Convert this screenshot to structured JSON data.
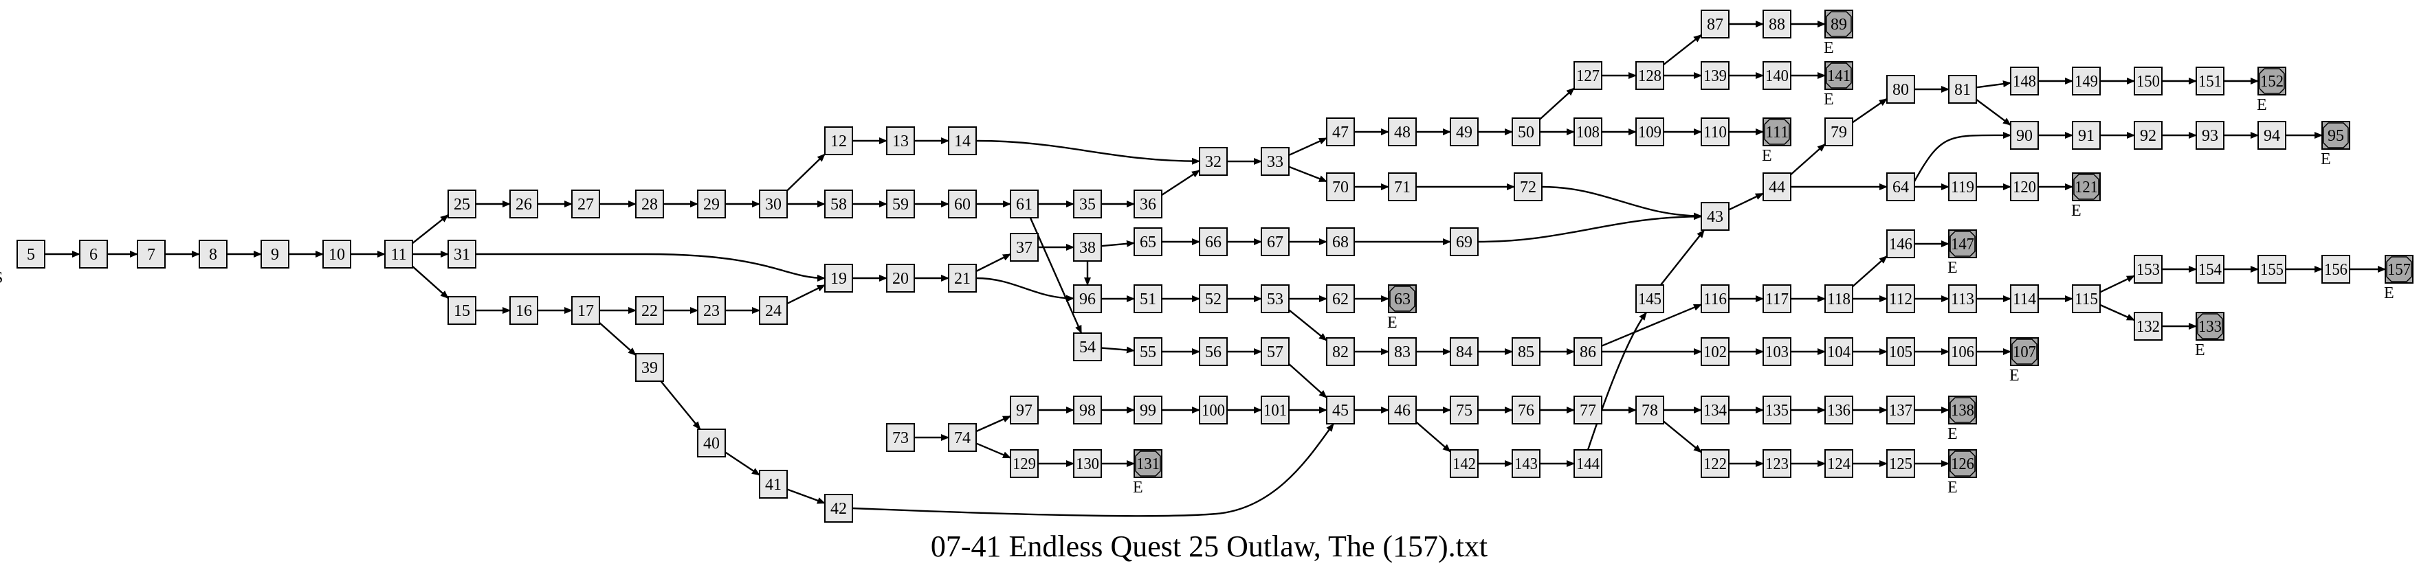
{
  "title": "07-41 Endless Quest 25 Outlaw, The (157).txt",
  "colors": {
    "node_fill": "#e8e8e8",
    "end_fill": "#a8a8a8",
    "stroke": "#000000",
    "background": "#ffffff"
  },
  "start_marker": "S",
  "end_marker": "E",
  "nodes": [
    {
      "id": "5"
    },
    {
      "id": "6"
    },
    {
      "id": "7"
    },
    {
      "id": "8"
    },
    {
      "id": "9"
    },
    {
      "id": "10"
    },
    {
      "id": "11"
    },
    {
      "id": "25"
    },
    {
      "id": "26"
    },
    {
      "id": "27"
    },
    {
      "id": "28"
    },
    {
      "id": "29"
    },
    {
      "id": "30"
    },
    {
      "id": "12"
    },
    {
      "id": "13"
    },
    {
      "id": "14"
    },
    {
      "id": "58"
    },
    {
      "id": "59"
    },
    {
      "id": "60"
    },
    {
      "id": "61"
    },
    {
      "id": "35"
    },
    {
      "id": "36"
    },
    {
      "id": "32"
    },
    {
      "id": "33"
    },
    {
      "id": "47"
    },
    {
      "id": "48"
    },
    {
      "id": "49"
    },
    {
      "id": "50"
    },
    {
      "id": "127"
    },
    {
      "id": "128"
    },
    {
      "id": "87"
    },
    {
      "id": "88"
    },
    {
      "id": "89",
      "end": true
    },
    {
      "id": "139"
    },
    {
      "id": "140"
    },
    {
      "id": "141",
      "end": true
    },
    {
      "id": "108"
    },
    {
      "id": "109"
    },
    {
      "id": "110"
    },
    {
      "id": "111",
      "end": true
    },
    {
      "id": "70"
    },
    {
      "id": "71"
    },
    {
      "id": "72"
    },
    {
      "id": "43"
    },
    {
      "id": "44"
    },
    {
      "id": "79"
    },
    {
      "id": "80"
    },
    {
      "id": "81"
    },
    {
      "id": "148"
    },
    {
      "id": "149"
    },
    {
      "id": "150"
    },
    {
      "id": "151"
    },
    {
      "id": "152",
      "end": true
    },
    {
      "id": "90"
    },
    {
      "id": "91"
    },
    {
      "id": "92"
    },
    {
      "id": "93"
    },
    {
      "id": "94"
    },
    {
      "id": "95",
      "end": true
    },
    {
      "id": "64"
    },
    {
      "id": "119"
    },
    {
      "id": "120"
    },
    {
      "id": "121",
      "end": true
    },
    {
      "id": "31"
    },
    {
      "id": "15"
    },
    {
      "id": "16"
    },
    {
      "id": "17"
    },
    {
      "id": "22"
    },
    {
      "id": "23"
    },
    {
      "id": "24"
    },
    {
      "id": "19"
    },
    {
      "id": "20"
    },
    {
      "id": "21"
    },
    {
      "id": "37"
    },
    {
      "id": "38"
    },
    {
      "id": "65"
    },
    {
      "id": "66"
    },
    {
      "id": "67"
    },
    {
      "id": "68"
    },
    {
      "id": "69"
    },
    {
      "id": "96"
    },
    {
      "id": "51"
    },
    {
      "id": "52"
    },
    {
      "id": "53"
    },
    {
      "id": "62"
    },
    {
      "id": "63",
      "end": true
    },
    {
      "id": "82"
    },
    {
      "id": "83"
    },
    {
      "id": "84"
    },
    {
      "id": "85"
    },
    {
      "id": "86"
    },
    {
      "id": "145"
    },
    {
      "id": "116"
    },
    {
      "id": "117"
    },
    {
      "id": "118"
    },
    {
      "id": "146"
    },
    {
      "id": "147",
      "end": true
    },
    {
      "id": "112"
    },
    {
      "id": "113"
    },
    {
      "id": "114"
    },
    {
      "id": "115"
    },
    {
      "id": "153"
    },
    {
      "id": "154"
    },
    {
      "id": "155"
    },
    {
      "id": "156"
    },
    {
      "id": "157",
      "end": true
    },
    {
      "id": "132"
    },
    {
      "id": "133",
      "end": true
    },
    {
      "id": "102"
    },
    {
      "id": "103"
    },
    {
      "id": "104"
    },
    {
      "id": "105"
    },
    {
      "id": "106"
    },
    {
      "id": "107",
      "end": true
    },
    {
      "id": "54"
    },
    {
      "id": "55"
    },
    {
      "id": "56"
    },
    {
      "id": "57"
    },
    {
      "id": "45"
    },
    {
      "id": "46"
    },
    {
      "id": "75"
    },
    {
      "id": "76"
    },
    {
      "id": "77"
    },
    {
      "id": "78"
    },
    {
      "id": "134"
    },
    {
      "id": "135"
    },
    {
      "id": "136"
    },
    {
      "id": "137"
    },
    {
      "id": "138",
      "end": true
    },
    {
      "id": "122"
    },
    {
      "id": "123"
    },
    {
      "id": "124"
    },
    {
      "id": "125"
    },
    {
      "id": "126",
      "end": true
    },
    {
      "id": "142"
    },
    {
      "id": "143"
    },
    {
      "id": "144"
    },
    {
      "id": "39"
    },
    {
      "id": "40"
    },
    {
      "id": "41"
    },
    {
      "id": "42"
    },
    {
      "id": "73"
    },
    {
      "id": "74"
    },
    {
      "id": "97"
    },
    {
      "id": "98"
    },
    {
      "id": "99"
    },
    {
      "id": "100"
    },
    {
      "id": "101"
    },
    {
      "id": "129"
    },
    {
      "id": "130"
    },
    {
      "id": "131",
      "end": true
    }
  ],
  "edges": [
    [
      "5",
      "6"
    ],
    [
      "6",
      "7"
    ],
    [
      "7",
      "8"
    ],
    [
      "8",
      "9"
    ],
    [
      "9",
      "10"
    ],
    [
      "10",
      "11"
    ],
    [
      "11",
      "25"
    ],
    [
      "11",
      "31"
    ],
    [
      "11",
      "15"
    ],
    [
      "25",
      "26"
    ],
    [
      "26",
      "27"
    ],
    [
      "27",
      "28"
    ],
    [
      "28",
      "29"
    ],
    [
      "29",
      "30"
    ],
    [
      "30",
      "12"
    ],
    [
      "30",
      "58"
    ],
    [
      "12",
      "13"
    ],
    [
      "13",
      "14"
    ],
    [
      "14",
      "32"
    ],
    [
      "58",
      "59"
    ],
    [
      "59",
      "60"
    ],
    [
      "60",
      "61"
    ],
    [
      "61",
      "35"
    ],
    [
      "61",
      "54"
    ],
    [
      "35",
      "36"
    ],
    [
      "36",
      "32"
    ],
    [
      "32",
      "33"
    ],
    [
      "33",
      "47"
    ],
    [
      "33",
      "70"
    ],
    [
      "47",
      "48"
    ],
    [
      "48",
      "49"
    ],
    [
      "49",
      "50"
    ],
    [
      "50",
      "127"
    ],
    [
      "50",
      "108"
    ],
    [
      "127",
      "128"
    ],
    [
      "128",
      "87"
    ],
    [
      "128",
      "139"
    ],
    [
      "87",
      "88"
    ],
    [
      "88",
      "89"
    ],
    [
      "139",
      "140"
    ],
    [
      "140",
      "141"
    ],
    [
      "108",
      "109"
    ],
    [
      "109",
      "110"
    ],
    [
      "110",
      "111"
    ],
    [
      "70",
      "71"
    ],
    [
      "71",
      "72"
    ],
    [
      "72",
      "43"
    ],
    [
      "43",
      "44"
    ],
    [
      "44",
      "79"
    ],
    [
      "44",
      "64"
    ],
    [
      "79",
      "80"
    ],
    [
      "80",
      "81"
    ],
    [
      "81",
      "148"
    ],
    [
      "81",
      "90"
    ],
    [
      "148",
      "149"
    ],
    [
      "149",
      "150"
    ],
    [
      "150",
      "151"
    ],
    [
      "151",
      "152"
    ],
    [
      "90",
      "91"
    ],
    [
      "91",
      "92"
    ],
    [
      "92",
      "93"
    ],
    [
      "93",
      "94"
    ],
    [
      "94",
      "95"
    ],
    [
      "64",
      "90"
    ],
    [
      "64",
      "119"
    ],
    [
      "119",
      "120"
    ],
    [
      "120",
      "121"
    ],
    [
      "31",
      "19"
    ],
    [
      "15",
      "16"
    ],
    [
      "16",
      "17"
    ],
    [
      "17",
      "22"
    ],
    [
      "17",
      "39"
    ],
    [
      "22",
      "23"
    ],
    [
      "23",
      "24"
    ],
    [
      "24",
      "19"
    ],
    [
      "19",
      "20"
    ],
    [
      "20",
      "21"
    ],
    [
      "21",
      "37"
    ],
    [
      "21",
      "96"
    ],
    [
      "37",
      "38"
    ],
    [
      "38",
      "65"
    ],
    [
      "38",
      "96"
    ],
    [
      "65",
      "66"
    ],
    [
      "66",
      "67"
    ],
    [
      "67",
      "68"
    ],
    [
      "68",
      "69"
    ],
    [
      "69",
      "43"
    ],
    [
      "96",
      "51"
    ],
    [
      "51",
      "52"
    ],
    [
      "52",
      "53"
    ],
    [
      "53",
      "62"
    ],
    [
      "53",
      "82"
    ],
    [
      "62",
      "63"
    ],
    [
      "82",
      "83"
    ],
    [
      "83",
      "84"
    ],
    [
      "84",
      "85"
    ],
    [
      "85",
      "86"
    ],
    [
      "86",
      "116"
    ],
    [
      "86",
      "102"
    ],
    [
      "145",
      "43"
    ],
    [
      "116",
      "117"
    ],
    [
      "117",
      "118"
    ],
    [
      "118",
      "146"
    ],
    [
      "118",
      "112"
    ],
    [
      "146",
      "147"
    ],
    [
      "112",
      "113"
    ],
    [
      "113",
      "114"
    ],
    [
      "114",
      "115"
    ],
    [
      "115",
      "153"
    ],
    [
      "115",
      "132"
    ],
    [
      "153",
      "154"
    ],
    [
      "154",
      "155"
    ],
    [
      "155",
      "156"
    ],
    [
      "156",
      "157"
    ],
    [
      "132",
      "133"
    ],
    [
      "102",
      "103"
    ],
    [
      "103",
      "104"
    ],
    [
      "104",
      "105"
    ],
    [
      "105",
      "106"
    ],
    [
      "106",
      "107"
    ],
    [
      "54",
      "55"
    ],
    [
      "55",
      "56"
    ],
    [
      "56",
      "57"
    ],
    [
      "57",
      "45"
    ],
    [
      "45",
      "46"
    ],
    [
      "46",
      "75"
    ],
    [
      "46",
      "142"
    ],
    [
      "75",
      "76"
    ],
    [
      "76",
      "77"
    ],
    [
      "77",
      "78"
    ],
    [
      "78",
      "134"
    ],
    [
      "78",
      "122"
    ],
    [
      "134",
      "135"
    ],
    [
      "135",
      "136"
    ],
    [
      "136",
      "137"
    ],
    [
      "137",
      "138"
    ],
    [
      "122",
      "123"
    ],
    [
      "123",
      "124"
    ],
    [
      "124",
      "125"
    ],
    [
      "125",
      "126"
    ],
    [
      "142",
      "143"
    ],
    [
      "143",
      "144"
    ],
    [
      "144",
      "145"
    ],
    [
      "39",
      "40"
    ],
    [
      "40",
      "41"
    ],
    [
      "41",
      "42"
    ],
    [
      "42",
      "45"
    ],
    [
      "73",
      "74"
    ],
    [
      "74",
      "97"
    ],
    [
      "74",
      "129"
    ],
    [
      "97",
      "98"
    ],
    [
      "98",
      "99"
    ],
    [
      "99",
      "100"
    ],
    [
      "100",
      "101"
    ],
    [
      "101",
      "45"
    ],
    [
      "129",
      "130"
    ],
    [
      "130",
      "131"
    ]
  ]
}
